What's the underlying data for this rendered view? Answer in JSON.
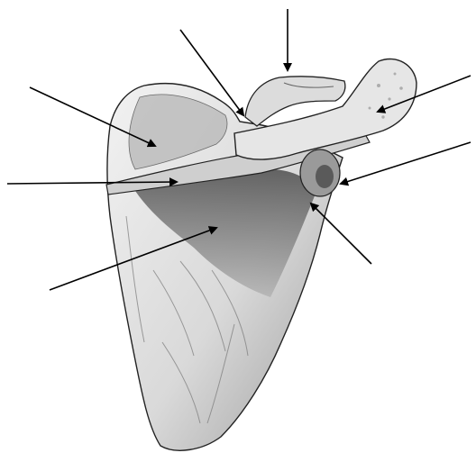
{
  "figure": {
    "subject": "scapula",
    "view": "posterior",
    "style": "engraving",
    "background_color": "#ffffff",
    "bone_color": "#e8e8e8",
    "shade_color": "#6a6a6a",
    "arrow_color": "#000000",
    "labels": []
  }
}
